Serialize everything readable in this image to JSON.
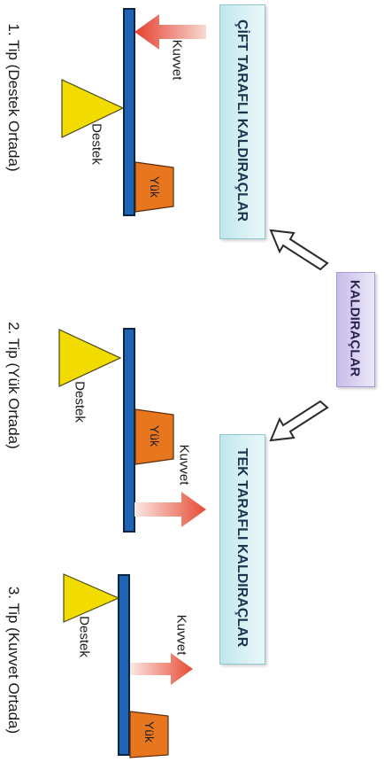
{
  "main_title": "KALDIRAÇLAR",
  "categories": {
    "double": "ÇİFT TARAFLI KALDIRAÇLAR",
    "single": "TEK TARAFLI KALDIRAÇLAR"
  },
  "types": [
    {
      "label": "1. Tip (Destek Ortada)",
      "fulcrum": "Destek",
      "load": "Yük",
      "force": "Kuvvet"
    },
    {
      "label": "2. Tip (Yük Ortada)",
      "fulcrum": "Destek",
      "load": "Yük",
      "force": "Kuvvet"
    },
    {
      "label": "3. Tip (Kuvvet Ortada)",
      "fulcrum": "Destek",
      "load": "Yük",
      "force": "Kuvvet"
    }
  ],
  "colors": {
    "lever": "#1e63b4",
    "fulcrum": "#f2dc00",
    "load": "#e8761f",
    "force_arrow": "#e8543f"
  }
}
